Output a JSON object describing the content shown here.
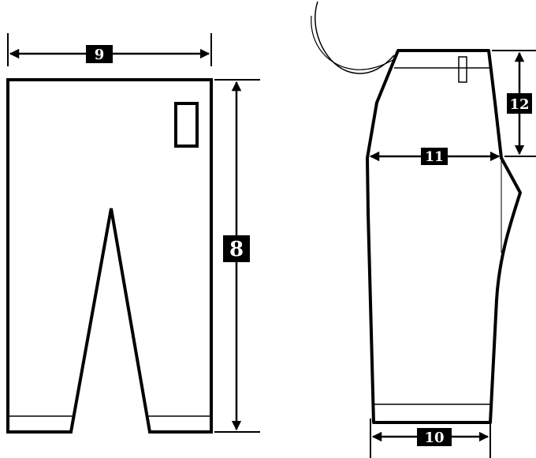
{
  "front_view": {
    "width_label": "9",
    "length_label": "8"
  },
  "side_view": {
    "hip_label": "11",
    "rise_label": "12",
    "hem_label": "10"
  },
  "colors": {
    "line": "#000000",
    "background": "#ffffff",
    "badge_text": "#ffffff"
  }
}
